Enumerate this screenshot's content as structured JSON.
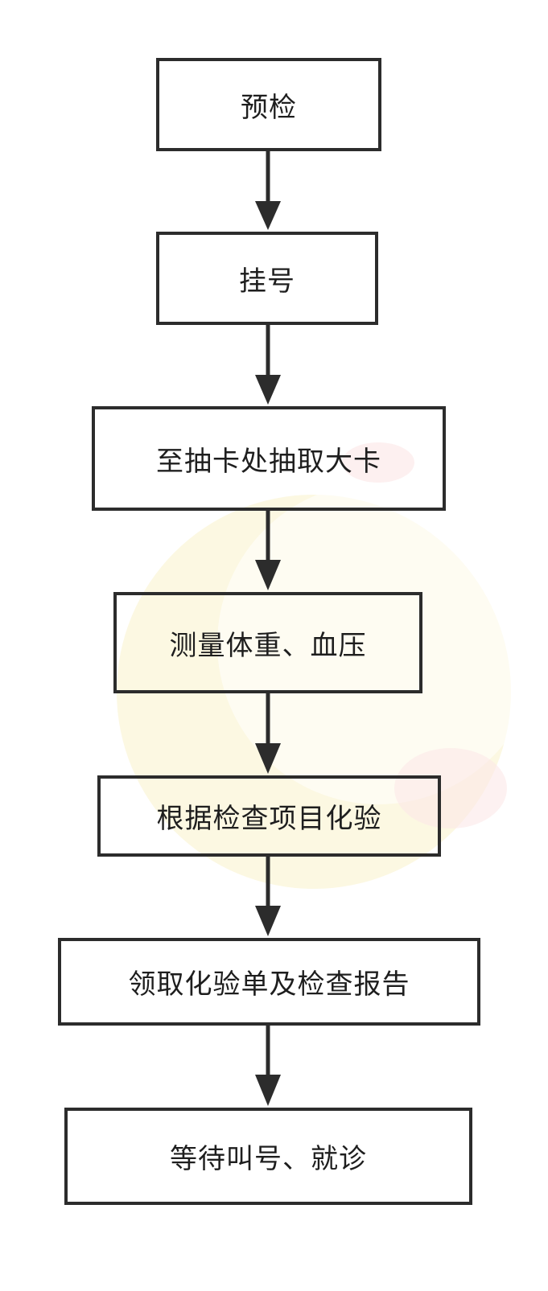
{
  "flowchart": {
    "steps": [
      {
        "label": "预检"
      },
      {
        "label": "挂号"
      },
      {
        "label": "至抽卡处抽取大卡"
      },
      {
        "label": "测量体重、血压"
      },
      {
        "label": "根据检查项目化验"
      },
      {
        "label": "领取化验单及检查报告"
      },
      {
        "label": "等待叫号、就诊"
      }
    ],
    "box_color": "#2c2c2c",
    "arrow_color": "#2c2c2c",
    "text_color": "#1e1e1e"
  }
}
